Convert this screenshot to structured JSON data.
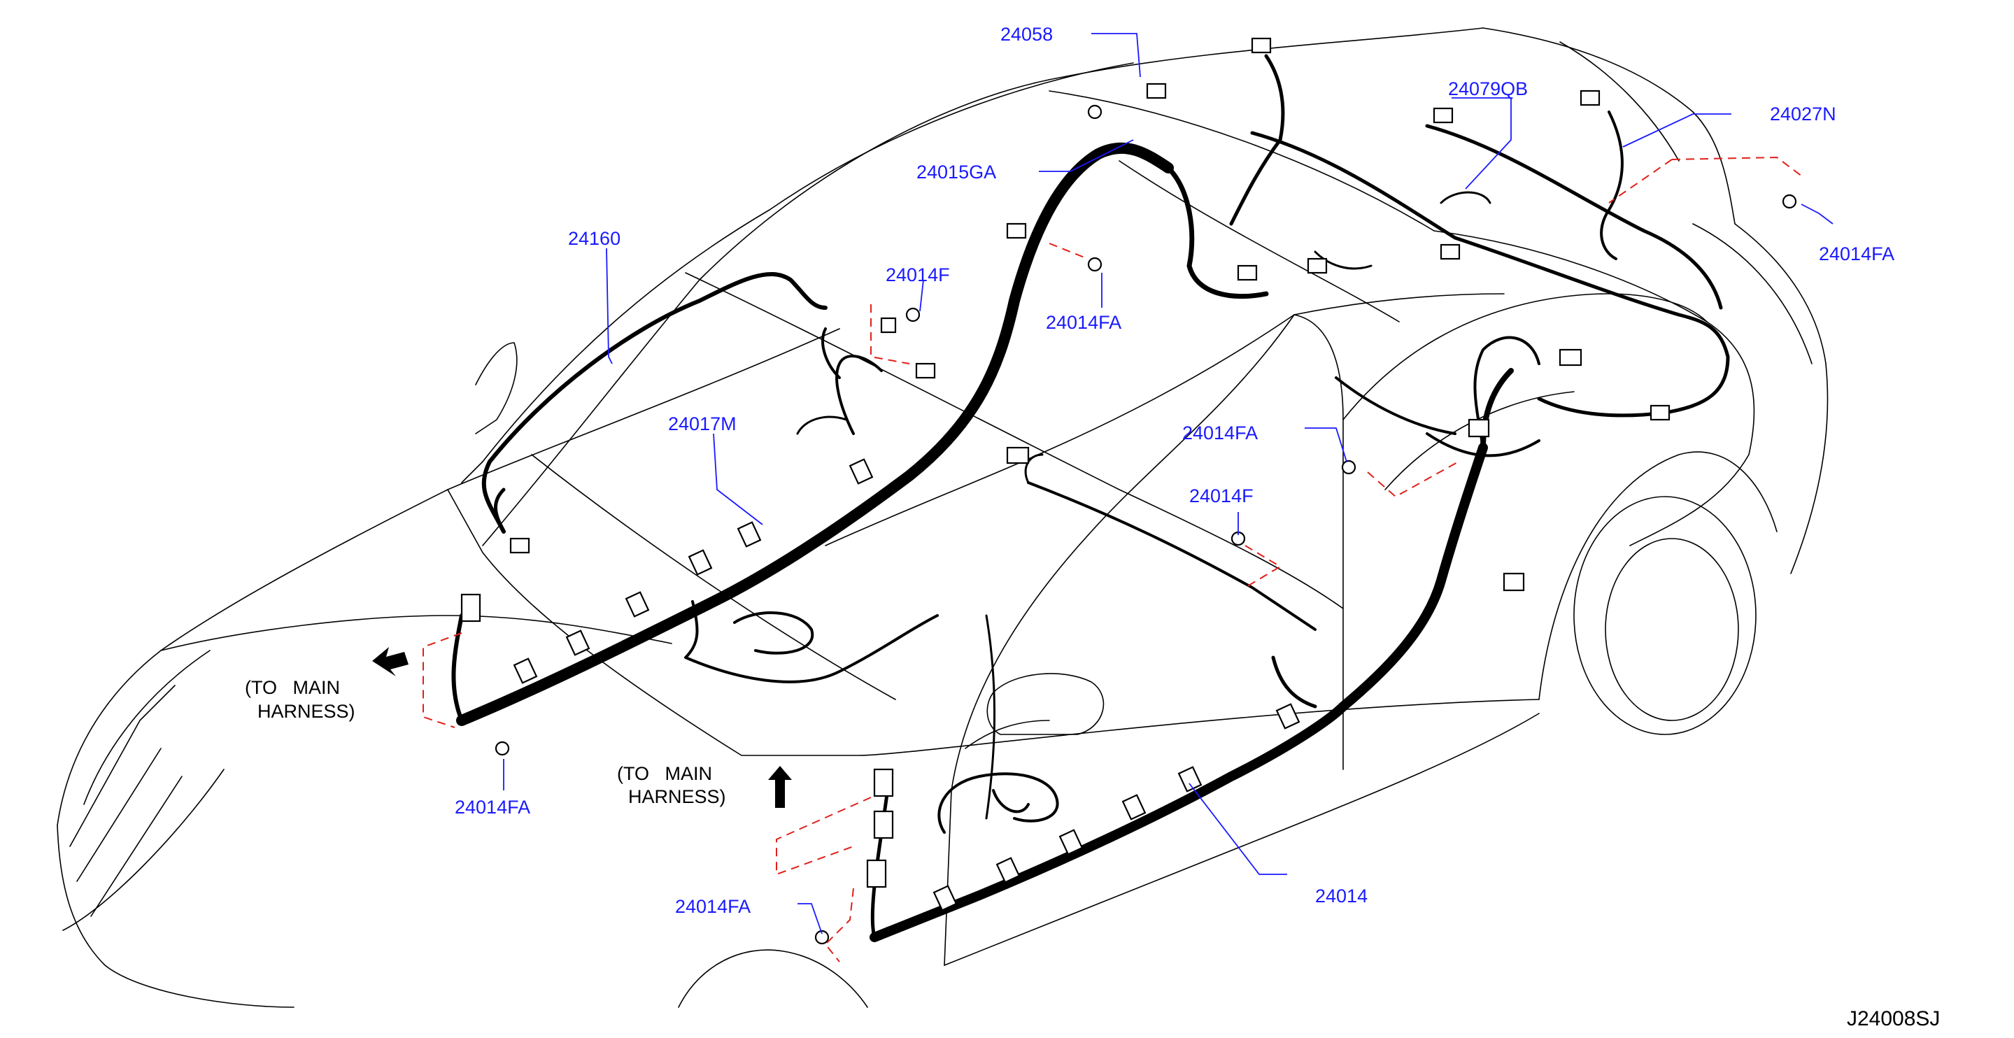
{
  "diagram_code": "J24008SJ",
  "part_labels": {
    "p24058": "24058",
    "p24079QB": "24079QB",
    "p24027N": "24027N",
    "p24015GA": "24015GA",
    "p24014FA_rear": "24014FA",
    "p24160": "24160",
    "p24014F_top": "24014F",
    "p24014FA_top": "24014FA",
    "p24017M": "24017M",
    "p24014FA_mid": "24014FA",
    "p24014F_mid": "24014F",
    "p24014FA_front": "24014FA",
    "p24014FA_bottom": "24014FA",
    "p24014": "24014"
  },
  "notes": {
    "to_main_left_line1": "(TO   MAIN",
    "to_main_left_line2": "HARNESS)",
    "to_main_center_line1": "(TO   MAIN",
    "to_main_center_line2": "HARNESS)"
  }
}
